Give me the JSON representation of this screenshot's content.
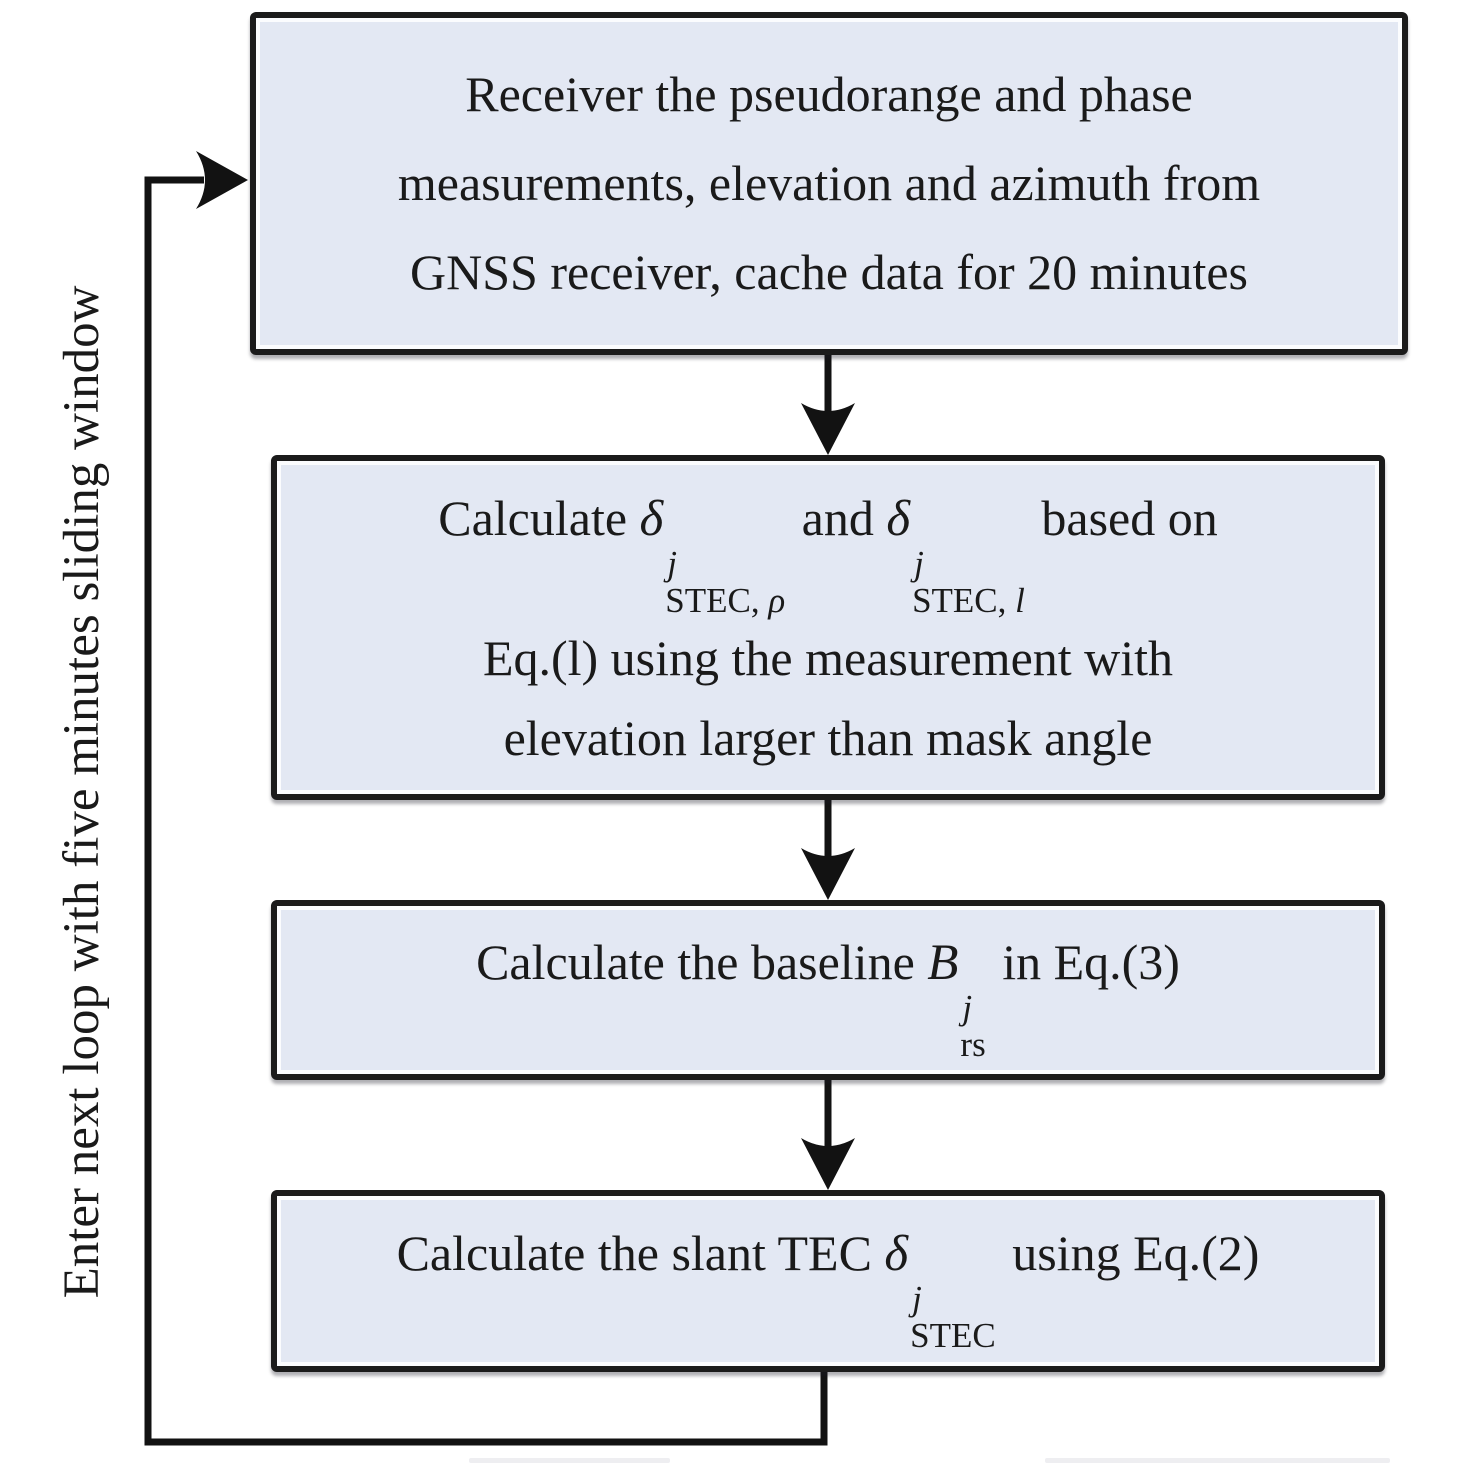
{
  "colors": {
    "box_fill": "#e3e8f3",
    "box_border": "#1b1b1b",
    "connector": "#121212",
    "background": "#ffffff"
  },
  "side_label": "Enter next loop with five minutes sliding window",
  "boxes": {
    "box1": {
      "lines": [
        "Receiver the pseudorange and phase",
        "measurements, elevation and azimuth from",
        "GNSS receiver, cache data for 20 minutes"
      ]
    },
    "box2": {
      "l1_pre": "Calculate ",
      "d1": {
        "base": "δ",
        "sup": "j",
        "sub_main": "STEC, ",
        "sub_var": "ρ"
      },
      "l1_mid": "  and ",
      "d2": {
        "base": "δ",
        "sup": "j",
        "sub_main": "STEC, ",
        "sub_var": "l"
      },
      "l1_post": " based on",
      "l2": "Eq.(l) using the measurement with",
      "l3": "elevation larger than mask angle"
    },
    "box3": {
      "pre": "Calculate the baseline ",
      "m": {
        "base": "B",
        "sup": "j",
        "sub_main": "rs"
      },
      "post": " in Eq.(3)"
    },
    "box4": {
      "pre": "Calculate the slant TEC ",
      "m": {
        "base": "δ",
        "sup": "j",
        "sub_main": "STEC"
      },
      "post": "  using Eq.(2)"
    }
  }
}
